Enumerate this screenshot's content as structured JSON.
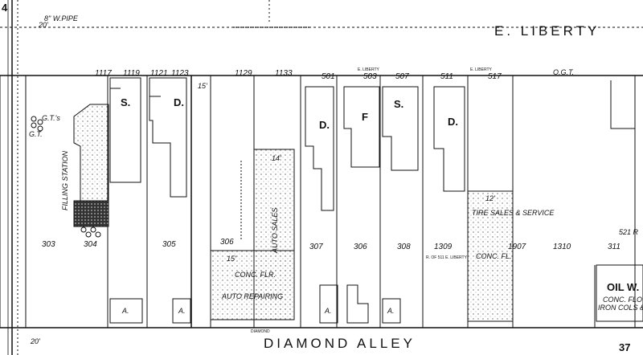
{
  "street_top": "E. LIBERTY",
  "street_bottom": "DIAMOND ALLEY",
  "pipe_label": "8\" W.PIPE",
  "corner_number": "4",
  "page_number": "37",
  "gt_label": "O.G.T.",
  "width_top": "20'",
  "width_bottom": "20'",
  "setback": "15'",
  "diamond_small": "DIAMOND",
  "liberty_small_a": "E. LIBERTY",
  "liberty_small_b": "E. LIBERTY",
  "street_numbers_top": [
    "1117",
    "1119",
    "1121",
    "1123",
    "1129",
    "1133",
    "501",
    "503",
    "507",
    "511",
    "517"
  ],
  "lot_numbers": [
    "303",
    "304",
    "305",
    "306",
    "307",
    "306",
    "308",
    "1309",
    "1907",
    "1310",
    "311"
  ],
  "labels": {
    "gas_tanks": "G.T.'s",
    "filling_station": "FILLING STATION",
    "gas_abbr": "G.T.",
    "store_1": "S.",
    "store_2": "S.",
    "dwelling_1": "D.",
    "dwelling_2": "D.",
    "dwelling_3": "D.",
    "flat": "F",
    "auto_sales": "AUTO SALES",
    "auto_repairing": "AUTO REPAIRING",
    "conc_flr": "CONC. FLR.",
    "conc_fl": "CONC. FL.",
    "tire_sales": "TIRE SALES & SERVICE",
    "rear_of": "R. OF 511 E. LIBERTY",
    "oil": "OIL W. H.",
    "conc_floor": "CONC. FLOOR",
    "iron_cols": "IRON COLS & P.",
    "auto_abbr_1": "A.",
    "auto_abbr_2": "A.",
    "auto_abbr_3": "A.",
    "auto_abbr_4": "A.",
    "height_1": "14'",
    "height_2": "12'",
    "height_3": "15'",
    "right_num": "521 R"
  }
}
